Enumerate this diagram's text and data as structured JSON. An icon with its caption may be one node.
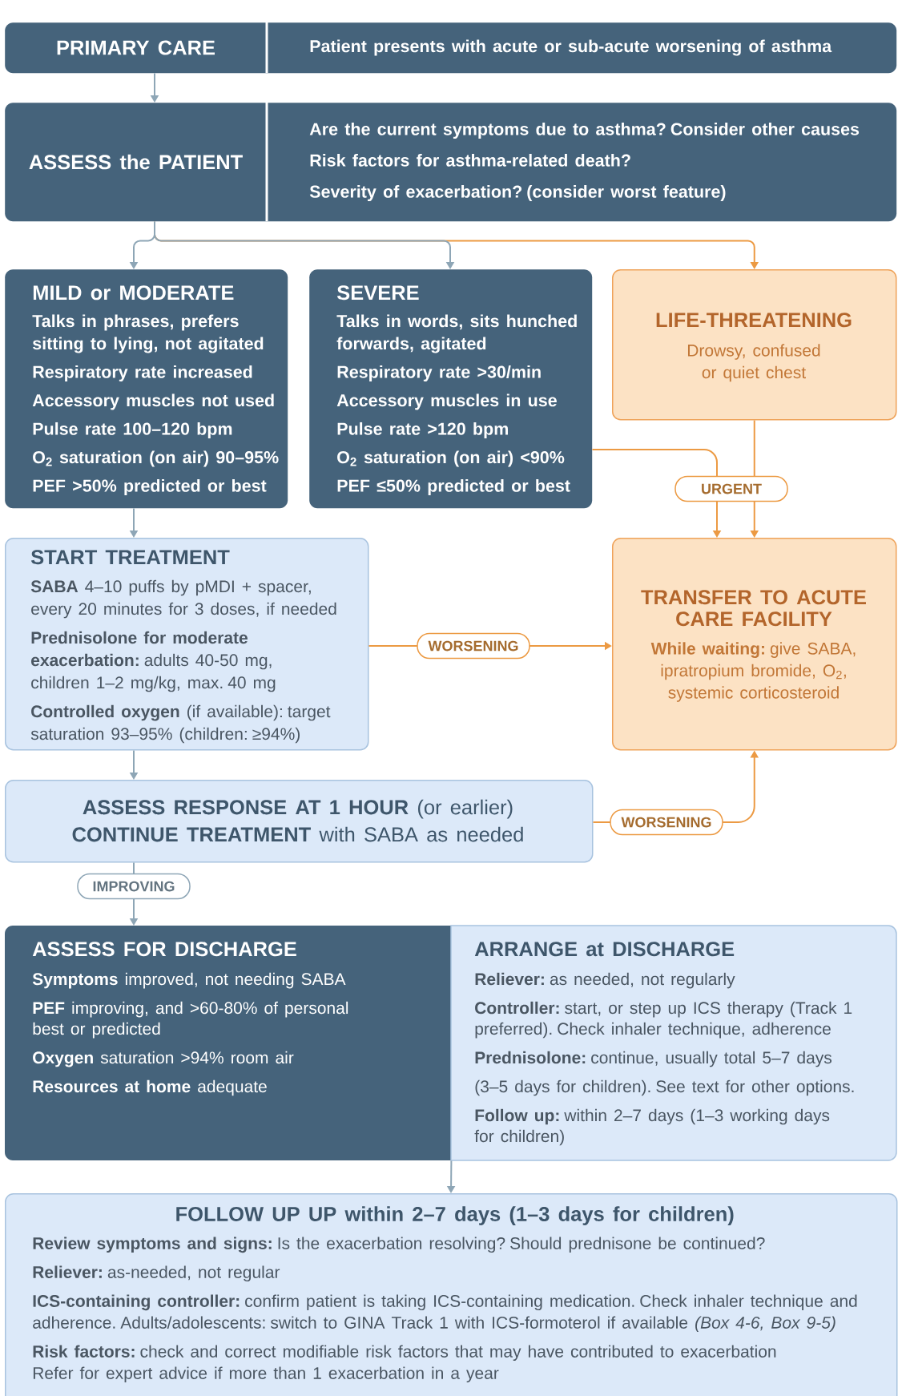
{
  "diagram": {
    "nodes": [
      {
        "text": [
          "PRIMARY CARE",
          "Patient presents with acute or sub-acute worsening of asthma"
        ]
      },
      {
        "text": [
          "ASSESS the PATIENT",
          "Are the current symptoms due to asthma? Consider other causes",
          "Risk factors for asthma-related death?",
          "Severity of exacerbation? (consider worst feature)"
        ]
      },
      {
        "text": [
          "MILD or MODERATE",
          "Talks in phrases, prefers sitting to lying, not agitated",
          "Respiratory rate increased",
          "Accessory muscles not used",
          "Pulse rate 100–120 bpm",
          "O$_{2}$ saturation (on air) 90–95%",
          "PEF >50% predicted or best"
        ]
      },
      {
        "text": [
          "SEVERE",
          "Talks in words, sits hunched forwards, agitated",
          "Respiratory rate >30/min",
          "Accessory muscles in use",
          "Pulse rate >120 bpm",
          "O$_{2}$ saturation (on air) <90%",
          "PEF ≤50% predicted or best"
        ]
      },
      {
        "text": [
          "LIFE-THREATENING",
          "Drowsy, confused or quiet chest"
        ]
      },
      {
        "text": [
          "START TREATMENT",
          "**SABA** 4–10 puffs by pMDI + spacer, every 20 minutes for 3 doses, if needed",
          "**Prednisolone for moderate exacerbation:** adults 40-50 mg, children 1–2 mg/kg, max. 40 mg",
          "**Controlled oxygen** (if available): target saturation 93–95% (children: ≥94%)"
        ]
      },
      {
        "text": [
          "TRANSFER TO ACUTE CARE FACILITY",
          "**While waiting:** give SABA, ipratropium bromide, O$_{2}$, systemic corticosteroid"
        ]
      },
      {
        "text": [
          "**ASSESS RESPONSE AT 1 HOUR** (or earlier)",
          "**CONTINUE TREATMENT** with SABA as needed"
        ]
      },
      {
        "text": [
          "ASSESS FOR DISCHARGE",
          "**Symptoms** improved, not needing SABA",
          "**PEF** improving, and >60-80% of personal best or predicted",
          "**Oxygen** saturation >94% room air",
          "**Resources at home** adequate"
        ]
      },
      {
        "text": [
          "ARRANGE at DISCHARGE",
          "**Reliever:** as needed, not regularly",
          "**Controller:** start, or step up ICS therapy (Track 1 preferred). Check inhaler technique, adherence",
          "**Prednisolone:** continue, usually total 5–7 days",
          "(3–5 days for children). See text for other options.",
          "**Follow up:** within 2–7 days (1–3 working days for children)"
        ]
      },
      {
        "text": [
          "FOLLOW UP UP within 2–7 days (1–3 days for children)",
          "**Review symptoms and signs:** Is the exacerbation resolving? Should prednisone be continued?",
          "**Reliever:** as-needed, not regular",
          "**ICS-containing controller:** confirm patient is taking ICS-containing medication. Check inhaler technique and adherence. Adults/adolescents: switch to GINA Track 1 with ICS-formoterol if available *(Box 4-6, Box 9-5)*",
          "**Risk factors:** check and correct modifiable risk factors that may have contributed to exacerbation",
          "Refer for expert advice if more than 1 exacerbation in a year"
        ]
      }
    ],
    "edges": [
      {
        "from": 0,
        "to": 1,
        "arrow": "to"
      },
      {
        "from": 1,
        "to": 2,
        "arrow": "to"
      },
      {
        "from": 1,
        "to": 3,
        "arrow": "to"
      },
      {
        "from": 1,
        "to": 4,
        "arrow": "to",
        "color": "#ec9a43"
      },
      {
        "from": 2,
        "to": 5,
        "arrow": "to"
      },
      {
        "from": 3,
        "to": 6,
        "arrow": "to",
        "color": "#ec9a43",
        "label": "URGENT"
      },
      {
        "from": 4,
        "to": 6,
        "arrow": "to",
        "color": "#ec9a43"
      },
      {
        "from": 5,
        "to": 6,
        "arrow": "to",
        "color": "#ec9a43",
        "label": "WORSENING"
      },
      {
        "from": 5,
        "to": 7,
        "arrow": "to"
      },
      {
        "from": 7,
        "to": 6,
        "arrow": "to",
        "color": "#ec9a43",
        "label": "WORSENING"
      },
      {
        "from": 7,
        "to": 8,
        "arrow": "to",
        "label": "IMPROVING"
      },
      {
        "from": 8,
        "to": 10,
        "arrow": "to"
      }
    ]
  }
}
